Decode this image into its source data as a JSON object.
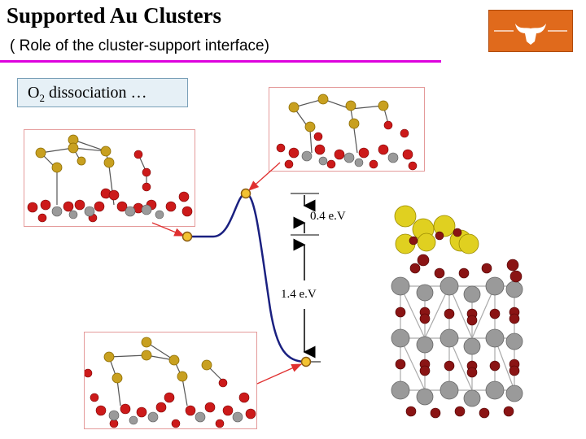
{
  "title": "Supported Au Clusters",
  "subtitle": "( Role of the cluster-support interface)",
  "reaction_label": {
    "prefix": "O",
    "subscript": "2",
    "suffix": " dissociation …"
  },
  "energies": {
    "barrier": "0.4 e.V",
    "reaction": "1.4 e.V"
  },
  "icons": {
    "logo": "longhorn-logo-icon"
  },
  "colors": {
    "accent_rule": "#dd00dd",
    "logo_bg": "#e06a1c",
    "curve": "#1a2080",
    "arrow": "#e03030",
    "state_point": "#f2c232",
    "gold_atom": "#c8a020",
    "oxygen_atom": "#cc1a1a",
    "metal_atom": "#9a9a9a"
  }
}
